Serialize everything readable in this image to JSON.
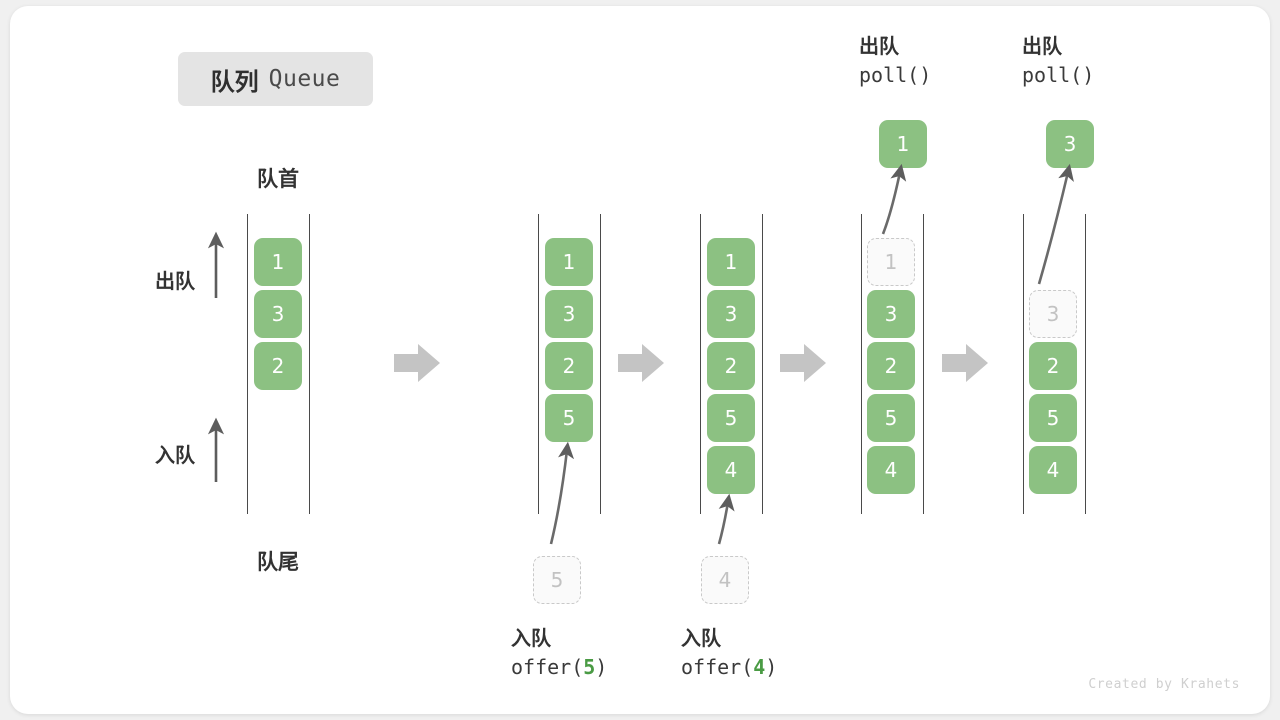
{
  "title": {
    "cn": "队列",
    "en": "Queue"
  },
  "labels": {
    "head": "队首",
    "tail": "队尾",
    "dequeue": "出队",
    "enqueue": "入队"
  },
  "colors": {
    "accent_green": "#8cc182",
    "highlight_green": "#4a9b44",
    "ghost_gray": "#c2c2c2",
    "rail_gray": "#4a4a4a",
    "arrow_gray": "#c4c4c4",
    "badge_gray": "#e4e4e4"
  },
  "steps": [
    {
      "id": "state-initial",
      "items": [
        {
          "value": "1",
          "state": "filled"
        },
        {
          "value": "3",
          "state": "filled"
        },
        {
          "value": "2",
          "state": "filled"
        }
      ]
    },
    {
      "id": "state-after-offer-5",
      "items": [
        {
          "value": "1",
          "state": "filled"
        },
        {
          "value": "3",
          "state": "filled"
        },
        {
          "value": "2",
          "state": "filled"
        },
        {
          "value": "5",
          "state": "filled"
        }
      ],
      "incoming": {
        "value": "5",
        "state": "ghost"
      },
      "caption": {
        "line1": "入队",
        "op": "offer(",
        "arg": "5",
        "close": ")"
      }
    },
    {
      "id": "state-after-offer-4",
      "items": [
        {
          "value": "1",
          "state": "filled"
        },
        {
          "value": "3",
          "state": "filled"
        },
        {
          "value": "2",
          "state": "filled"
        },
        {
          "value": "5",
          "state": "filled"
        },
        {
          "value": "4",
          "state": "filled"
        }
      ],
      "incoming": {
        "value": "4",
        "state": "ghost"
      },
      "caption": {
        "line1": "入队",
        "op": "offer(",
        "arg": "4",
        "close": ")"
      }
    },
    {
      "id": "state-after-poll-1",
      "items": [
        {
          "value": "1",
          "state": "ghost"
        },
        {
          "value": "3",
          "state": "filled"
        },
        {
          "value": "2",
          "state": "filled"
        },
        {
          "value": "5",
          "state": "filled"
        },
        {
          "value": "4",
          "state": "filled"
        }
      ],
      "outgoing": {
        "value": "1",
        "state": "filled"
      },
      "top_caption": {
        "line1": "出队",
        "line2": "poll()"
      }
    },
    {
      "id": "state-after-poll-3",
      "items": [
        {
          "value": "3",
          "state": "ghost"
        },
        {
          "value": "2",
          "state": "filled"
        },
        {
          "value": "5",
          "state": "filled"
        },
        {
          "value": "4",
          "state": "filled"
        }
      ],
      "outgoing": {
        "value": "3",
        "state": "filled"
      },
      "top_caption": {
        "line1": "出队",
        "line2": "poll()"
      }
    }
  ],
  "credit": "Created by Krahets"
}
